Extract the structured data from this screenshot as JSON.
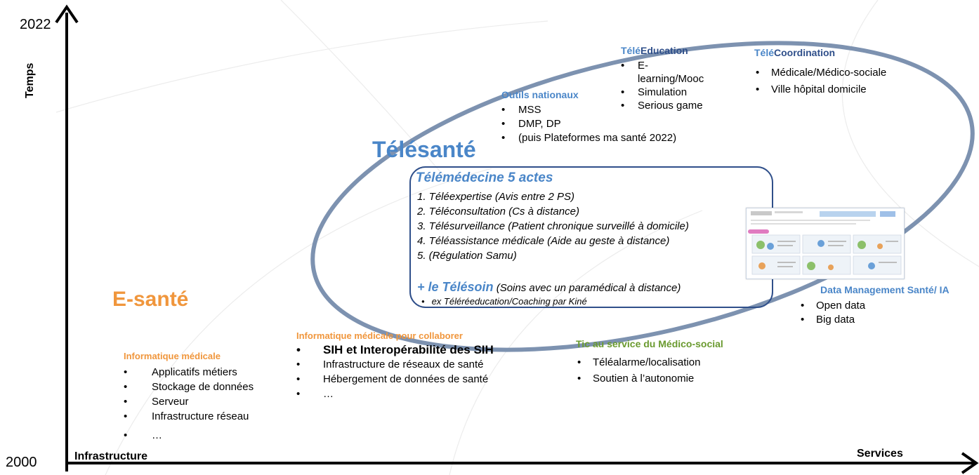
{
  "axes": {
    "y_top_label": "2022",
    "y_bottom_label": "2000",
    "y_title": "Temps",
    "x_left_label": "Infrastructure",
    "x_right_label": "Services"
  },
  "esante": {
    "title": "E-santé",
    "color": "#F0963C"
  },
  "telesante": {
    "title": "Télésanté",
    "color": "#4A86C8"
  },
  "informatique_medicale": {
    "title": "Informatique médicale",
    "items": [
      "Applicatifs métiers",
      "Stockage de données",
      "Serveur",
      "Infrastructure réseau",
      "…"
    ]
  },
  "informatique_collaborer": {
    "title": "Informatique médicale pour collaborer",
    "items": [
      "SIH et Interopérabilité des SIH",
      "Infrastructure de réseaux de santé",
      "Hébergement de données de santé",
      "…"
    ]
  },
  "tic_medico_social": {
    "title": "Tic au service du Médico-social",
    "items": [
      "Téléalarme/localisation",
      "Soutien à l’autonomie"
    ]
  },
  "data_management": {
    "title": "Data Management Santé/ IA",
    "items": [
      "Open data",
      "Big data"
    ]
  },
  "outils_nationaux": {
    "title": "Outils nationaux",
    "items": [
      "MSS",
      "DMP, DP",
      "(puis Plateformes ma santé 2022)"
    ]
  },
  "tele_education": {
    "title_prefix": "Télé",
    "title_suffix": "Education",
    "items_line1": "E-",
    "items_line2": "learning/Mooc",
    "items": [
      "Simulation",
      "Serious game"
    ]
  },
  "tele_coordination": {
    "title_prefix": "Télé",
    "title_suffix": "Coordination",
    "items": [
      "Médicale/Médico-sociale",
      "Ville hôpital domicile"
    ]
  },
  "telemedecine": {
    "title": "Télémédecine 5 actes",
    "acts": [
      "1.   Téléexpertise (Avis entre 2 PS)",
      "2.   Téléconsultation (Cs à distance)",
      "3.   Télésurveillance (Patient chronique surveillé à domicile)",
      "4.   Téléassistance médicale (Aide au geste à distance)",
      "5.   (Régulation Samu)"
    ],
    "telesoin_plus": "+ le Télésoin",
    "telesoin_desc": " (Soins avec un paramédical à distance)",
    "telesoin_sub": "ex Téléréeducation/Coaching par Kiné"
  },
  "bullet_char": "•"
}
